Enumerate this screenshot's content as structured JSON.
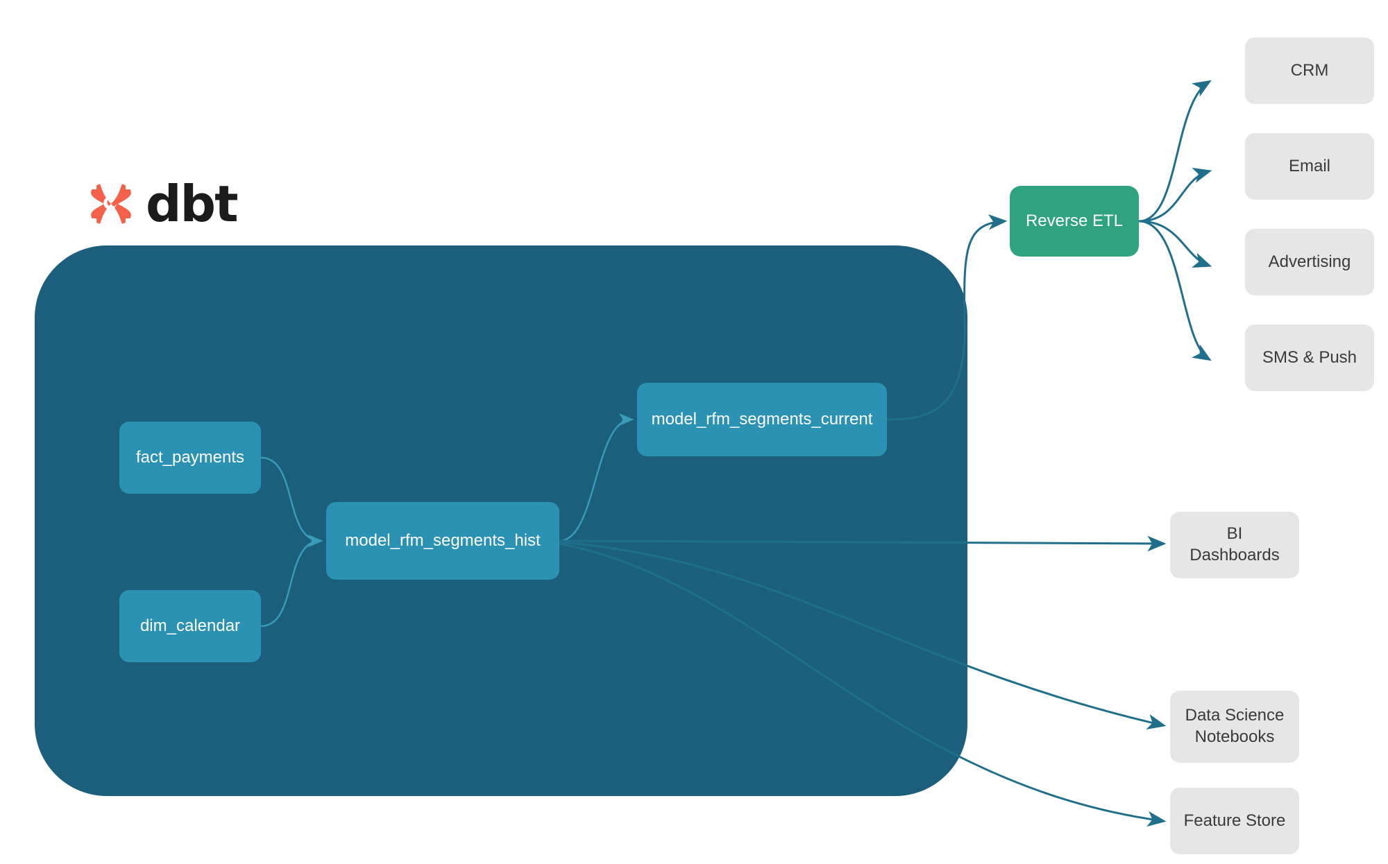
{
  "brand": {
    "logo_icon": "dbt-logo-icon",
    "wordmark": "dbt",
    "logo_color": "#f4604a"
  },
  "colors": {
    "canvas": "#ffffff",
    "project_container": "#1b5f7d",
    "model_node": "#2b92b4",
    "model_node_text": "#ffffff",
    "reverse_etl_node": "#2fa37f",
    "reverse_etl_text": "#ffffff",
    "sink_node": "#e6e6e6",
    "sink_node_text": "#3a3a3a",
    "edge_outer": "#1f6f8b",
    "edge_inner": "#3a9cbb"
  },
  "project": {
    "models": [
      {
        "id": "fact_payments",
        "label": "fact_payments"
      },
      {
        "id": "dim_calendar",
        "label": "dim_calendar"
      },
      {
        "id": "model_rfm_segments_hist",
        "label": "model_rfm_segments_hist"
      },
      {
        "id": "model_rfm_segments_current",
        "label": "model_rfm_segments_current"
      }
    ]
  },
  "reverse_etl": {
    "label": "Reverse ETL"
  },
  "activation_destinations": [
    {
      "id": "crm",
      "label": "CRM"
    },
    {
      "id": "email",
      "label": "Email"
    },
    {
      "id": "advertising",
      "label": "Advertising"
    },
    {
      "id": "sms_push",
      "label": "SMS & Push"
    }
  ],
  "analytics_destinations": [
    {
      "id": "bi_dashboards",
      "label": "BI Dashboards"
    },
    {
      "id": "ds_notebooks",
      "label": "Data Science\nNotebooks"
    },
    {
      "id": "feature_store",
      "label": "Feature Store"
    }
  ],
  "chart_data": {
    "type": "diagram",
    "title": "",
    "nodes": [
      {
        "id": "fact_payments",
        "label": "fact_payments",
        "group": "dbt_project",
        "shape": "rounded-rect",
        "fill": "#2b92b4"
      },
      {
        "id": "dim_calendar",
        "label": "dim_calendar",
        "group": "dbt_project",
        "shape": "rounded-rect",
        "fill": "#2b92b4"
      },
      {
        "id": "model_rfm_segments_hist",
        "label": "model_rfm_segments_hist",
        "group": "dbt_project",
        "shape": "rounded-rect",
        "fill": "#2b92b4"
      },
      {
        "id": "model_rfm_segments_current",
        "label": "model_rfm_segments_current",
        "group": "dbt_project",
        "shape": "rounded-rect",
        "fill": "#2b92b4"
      },
      {
        "id": "reverse_etl",
        "label": "Reverse ETL",
        "group": "activation",
        "shape": "rounded-rect",
        "fill": "#2fa37f"
      },
      {
        "id": "crm",
        "label": "CRM",
        "group": "activation",
        "shape": "rounded-rect",
        "fill": "#e6e6e6"
      },
      {
        "id": "email",
        "label": "Email",
        "group": "activation",
        "shape": "rounded-rect",
        "fill": "#e6e6e6"
      },
      {
        "id": "advertising",
        "label": "Advertising",
        "group": "activation",
        "shape": "rounded-rect",
        "fill": "#e6e6e6"
      },
      {
        "id": "sms_push",
        "label": "SMS & Push",
        "group": "activation",
        "shape": "rounded-rect",
        "fill": "#e6e6e6"
      },
      {
        "id": "bi_dashboards",
        "label": "BI Dashboards",
        "group": "analytics",
        "shape": "rounded-rect",
        "fill": "#e6e6e6"
      },
      {
        "id": "ds_notebooks",
        "label": "Data Science Notebooks",
        "group": "analytics",
        "shape": "rounded-rect",
        "fill": "#e6e6e6"
      },
      {
        "id": "feature_store",
        "label": "Feature Store",
        "group": "analytics",
        "shape": "rounded-rect",
        "fill": "#e6e6e6"
      }
    ],
    "edges": [
      {
        "from": "fact_payments",
        "to": "model_rfm_segments_hist",
        "directed": true
      },
      {
        "from": "dim_calendar",
        "to": "model_rfm_segments_hist",
        "directed": true
      },
      {
        "from": "model_rfm_segments_hist",
        "to": "model_rfm_segments_current",
        "directed": true
      },
      {
        "from": "model_rfm_segments_current",
        "to": "reverse_etl",
        "directed": true
      },
      {
        "from": "reverse_etl",
        "to": "crm",
        "directed": true
      },
      {
        "from": "reverse_etl",
        "to": "email",
        "directed": true
      },
      {
        "from": "reverse_etl",
        "to": "advertising",
        "directed": true
      },
      {
        "from": "reverse_etl",
        "to": "sms_push",
        "directed": true
      },
      {
        "from": "model_rfm_segments_hist",
        "to": "bi_dashboards",
        "directed": true
      },
      {
        "from": "model_rfm_segments_hist",
        "to": "ds_notebooks",
        "directed": true
      },
      {
        "from": "model_rfm_segments_hist",
        "to": "feature_store",
        "directed": true
      }
    ],
    "groups": [
      {
        "id": "dbt_project",
        "label": "dbt",
        "fill": "#1b5f7d"
      }
    ]
  }
}
